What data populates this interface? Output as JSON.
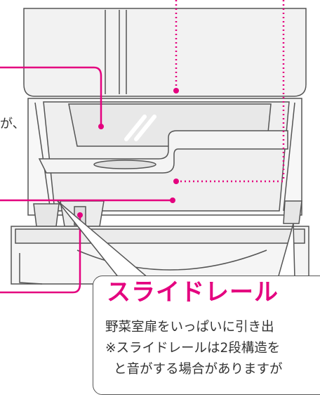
{
  "colors": {
    "accent": "#e4007f",
    "outline": "#555555",
    "fill": "#f2f2f2",
    "text": "#333333"
  },
  "callout": {
    "title": "スライドレール",
    "lines": [
      "野菜室扉をいっぱいに引き出",
      "※スライドレールは2段構造を",
      "と音がする場合がありますが"
    ]
  },
  "fragments": {
    "left_char": "が、"
  },
  "icons": {
    "pointer": "pink-dot-marker",
    "leader": "pink-leader-line"
  }
}
